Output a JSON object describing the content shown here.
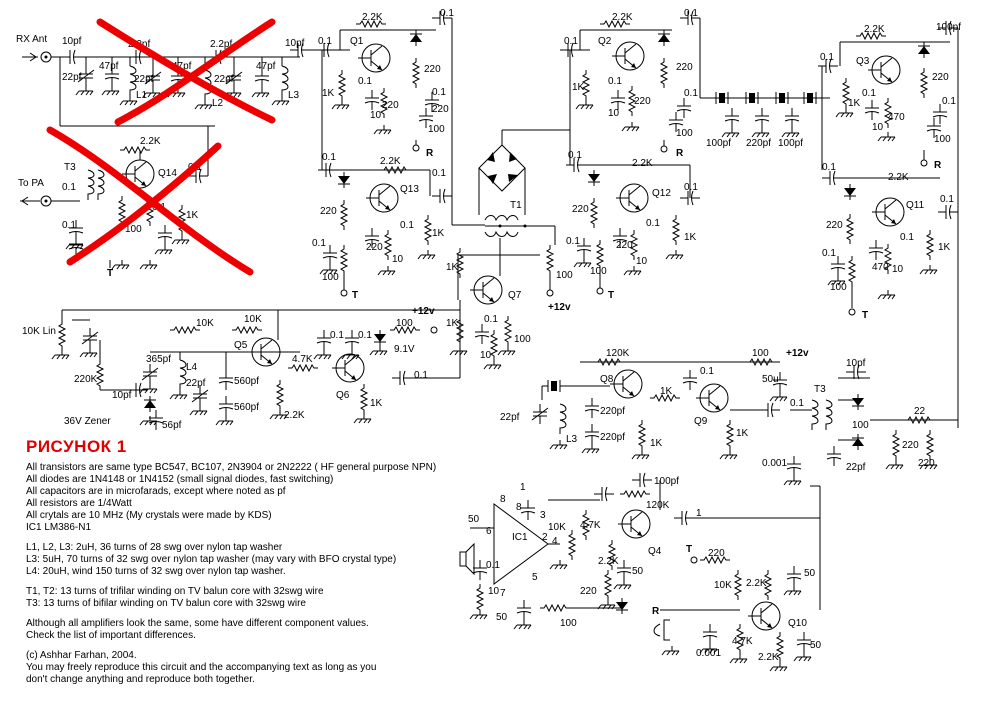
{
  "labels": {
    "rx_ant": "RX Ant",
    "to_pa": "To PA",
    "p10pf": "10pf",
    "p22pf": "22pf",
    "p47pf": "47pf",
    "p2_2pf": "2.2pf",
    "p100pf": "100pf",
    "p220pf": "220pf",
    "p365pf": "365pf",
    "p560pf": "560pf",
    "p56pf": "56pf",
    "c01": "0.1",
    "c0001": "0.001",
    "c10": "10",
    "c50": "50",
    "c50u": "50u",
    "c1": "1",
    "c100": "100",
    "r2_2k": "2.2K",
    "r1k": "1K",
    "r220": "220",
    "r470": "470",
    "r100": "100",
    "r10k": "10K",
    "r4_7k": "4.7K",
    "r120k": "120K",
    "r220k": "220K",
    "r22": "22",
    "r10k_lin": "10K Lin",
    "zener36": "36V Zener",
    "v9_1": "9.1V",
    "plus12v": "+12v",
    "T": "T",
    "R": "R",
    "L1": "L1",
    "L2": "L2",
    "L3": "L3",
    "L4": "L4",
    "T1": "T1",
    "T3": "T3",
    "IC1": "IC1",
    "Q1": "Q1",
    "Q2": "Q2",
    "Q3": "Q3",
    "Q4": "Q4",
    "Q5": "Q5",
    "Q6": "Q6",
    "Q7": "Q7",
    "Q8": "Q8",
    "Q9": "Q9",
    "Q10": "Q10",
    "Q11": "Q11",
    "Q12": "Q12",
    "Q13": "Q13",
    "Q14": "Q14",
    "pin1": "1",
    "pin2": "2",
    "pin3": "3",
    "pin4": "4",
    "pin5": "5",
    "pin6": "6",
    "pin7": "7",
    "pin8": "8"
  },
  "notes": {
    "title": "РИСУНОК 1",
    "lines": [
      "All transistors are same type BC547, BC107, 2N3904 or 2N2222 ( HF general purpose NPN)",
      "All diodes are 1N4148 or 1N4152 (small signal diodes, fast switching)",
      "All capacitors are in microfarads, except where noted as pf",
      "All resistors are 1/4Watt",
      "All crytals are 10 MHz (My crystals were made by KDS)",
      "IC1 LM386-N1"
    ],
    "coils": [
      "L1, L2, L3: 2uH, 36 turns of 28 swg over nylon tap washer",
      "L3: 5uH, 70 turns of 32 swg over nylon tap washer (may vary with BFO crystal type)",
      "L4: 20uH, wind 150 turns of 32 swg over nylon   tap washer."
    ],
    "transformers": [
      "T1, T2: 13 turns of trifilar winding on TV balun core with 32swg wire",
      "T3: 13 turns of bifilar winding on TV balun core with 32swg wire"
    ],
    "differences": [
      "Although all amplifiers look the same, some have different component values.",
      "Check the list of important differences."
    ],
    "copyright": [
      "(c) Ashhar Farhan, 2004.",
      "You may freely reproduce this circuit and the accompanying text as long as you",
      "don't change anything and reproduce both together."
    ]
  },
  "colors": {
    "wire": "#000000",
    "crossout": "#ee0000",
    "title": "#e00000"
  }
}
